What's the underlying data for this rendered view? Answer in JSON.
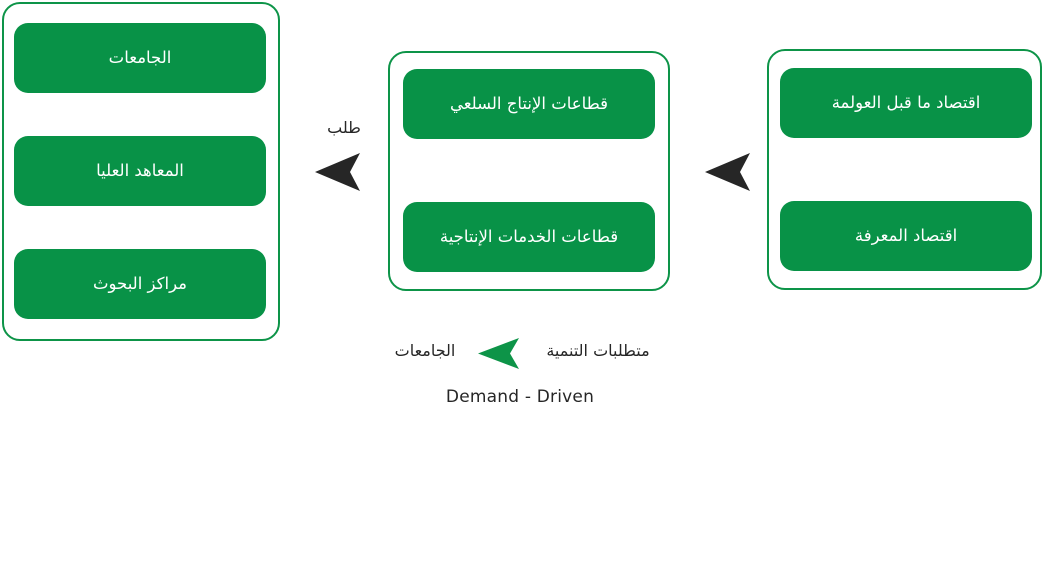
{
  "diagram": {
    "title_en": "Demand - Driven",
    "colors": {
      "node_fill": "#089247",
      "container_border": "#0d9448",
      "arrow_dark": "#262626",
      "arrow_green": "#0d9448",
      "node_text": "#ffffff",
      "label_text": "#262626",
      "background": "#ffffff"
    },
    "groups": [
      {
        "name": "higher-education-group",
        "nodes": [
          {
            "label": "الجامعات"
          },
          {
            "label": "المعاهد العليا"
          },
          {
            "label": "مراكز البحوث"
          }
        ]
      },
      {
        "name": "production-sectors-group",
        "nodes": [
          {
            "label": "قطاعات الإنتاج السلعي"
          },
          {
            "label": "قطاعات الخدمات الإنتاجية"
          }
        ]
      },
      {
        "name": "economy-types-group",
        "nodes": [
          {
            "label": "اقتصاد ما قبل العولمة"
          },
          {
            "label": "اقتصاد المعرفة"
          }
        ]
      }
    ],
    "arrows": [
      {
        "name": "arrow-demand",
        "label": "طلب",
        "color": "dark",
        "direction": "left"
      },
      {
        "name": "arrow-economy-to-sectors",
        "label": "",
        "color": "dark",
        "direction": "left"
      },
      {
        "name": "arrow-legend",
        "label": "",
        "color": "green",
        "direction": "left"
      }
    ],
    "legend": {
      "left_label": "الجامعات",
      "right_label": "متطلبات التنمية",
      "caption": "Demand - Driven"
    }
  }
}
